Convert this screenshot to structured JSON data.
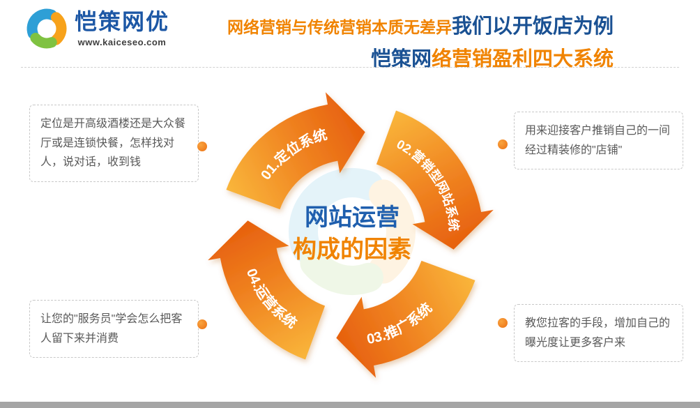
{
  "brand": {
    "name": "恺策网优",
    "url": "www.kaiceseo.com"
  },
  "header": {
    "line1_orange": "网络营销与传统营销本质无差异",
    "line1_blue": "我们以开饭店为例",
    "line2_blue": "恺策网",
    "line2_orange": "络营销盈利四大系统"
  },
  "diagram": {
    "center_line1": "网站运营",
    "center_line2": "构成的因素",
    "segments": [
      {
        "label": "01.定位系统"
      },
      {
        "label": "02.营销型网站系统"
      },
      {
        "label": "03.推广系统"
      },
      {
        "label": "04.运营系统"
      }
    ]
  },
  "callouts": [
    {
      "position": "top-left",
      "text": "定位是开高级酒楼还是大众餐厅或是连锁快餐，怎样找对人，说对话，收到钱"
    },
    {
      "position": "top-right",
      "text": "用来迎接客户推销自己的一间经过精装修的\"店铺\""
    },
    {
      "position": "bottom-left",
      "text": "让您的\"服务员\"学会怎么把客人留下来并消费"
    },
    {
      "position": "bottom-right",
      "text": "教您拉客的手段，增加自己的曝光度让更多客户来"
    }
  ],
  "colors": {
    "orange": "#f08300",
    "blue": "#1a5193",
    "center_blue": "#1f5fae",
    "arrow_gradient_start": "#f9b43a",
    "arrow_gradient_end": "#e7620f",
    "callout_text": "#595959",
    "bottom_bar": "#a5a5a5"
  },
  "icons": {
    "logo": "swirl-sphere-icon",
    "connector": "orange-dot"
  }
}
